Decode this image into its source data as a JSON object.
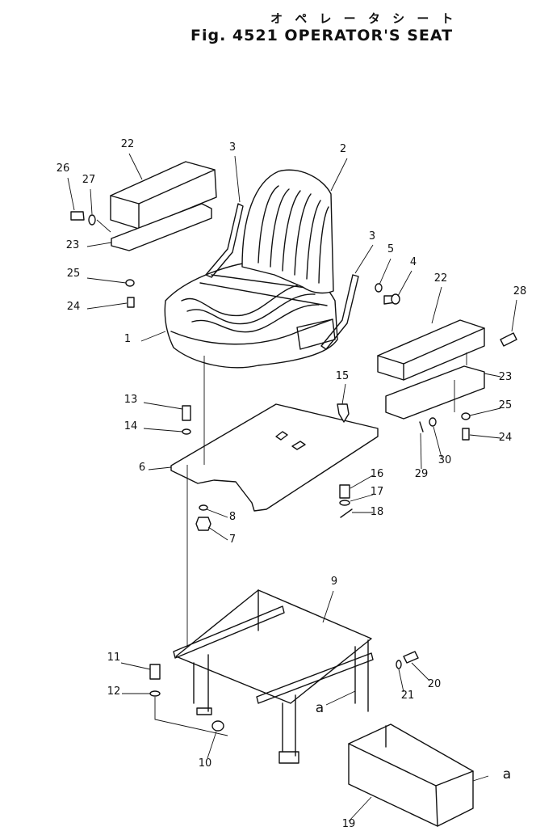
{
  "figure": {
    "title_jp": "オ ペ レ ー タ  シ ー ト",
    "title_en": "Fig. 4521 OPERATOR'S SEAT"
  },
  "callouts": [
    {
      "id": "1",
      "label": "1"
    },
    {
      "id": "2",
      "label": "2"
    },
    {
      "id": "3a",
      "label": "3"
    },
    {
      "id": "3b",
      "label": "3"
    },
    {
      "id": "4",
      "label": "4"
    },
    {
      "id": "5",
      "label": "5"
    },
    {
      "id": "6",
      "label": "6"
    },
    {
      "id": "7",
      "label": "7"
    },
    {
      "id": "8",
      "label": "8"
    },
    {
      "id": "9",
      "label": "9"
    },
    {
      "id": "10",
      "label": "10"
    },
    {
      "id": "11",
      "label": "11"
    },
    {
      "id": "12",
      "label": "12"
    },
    {
      "id": "13",
      "label": "13"
    },
    {
      "id": "14",
      "label": "14"
    },
    {
      "id": "15",
      "label": "15"
    },
    {
      "id": "16",
      "label": "16"
    },
    {
      "id": "17",
      "label": "17"
    },
    {
      "id": "18",
      "label": "18"
    },
    {
      "id": "19",
      "label": "19"
    },
    {
      "id": "20",
      "label": "20"
    },
    {
      "id": "21",
      "label": "21"
    },
    {
      "id": "22a",
      "label": "22"
    },
    {
      "id": "22b",
      "label": "22"
    },
    {
      "id": "23a",
      "label": "23"
    },
    {
      "id": "23b",
      "label": "23"
    },
    {
      "id": "24a",
      "label": "24"
    },
    {
      "id": "24b",
      "label": "24"
    },
    {
      "id": "25a",
      "label": "25"
    },
    {
      "id": "25b",
      "label": "25"
    },
    {
      "id": "26",
      "label": "26"
    },
    {
      "id": "27",
      "label": "27"
    },
    {
      "id": "28",
      "label": "28"
    },
    {
      "id": "29",
      "label": "29"
    },
    {
      "id": "30",
      "label": "30"
    },
    {
      "id": "a1",
      "label": "a"
    },
    {
      "id": "a2",
      "label": "a"
    }
  ]
}
